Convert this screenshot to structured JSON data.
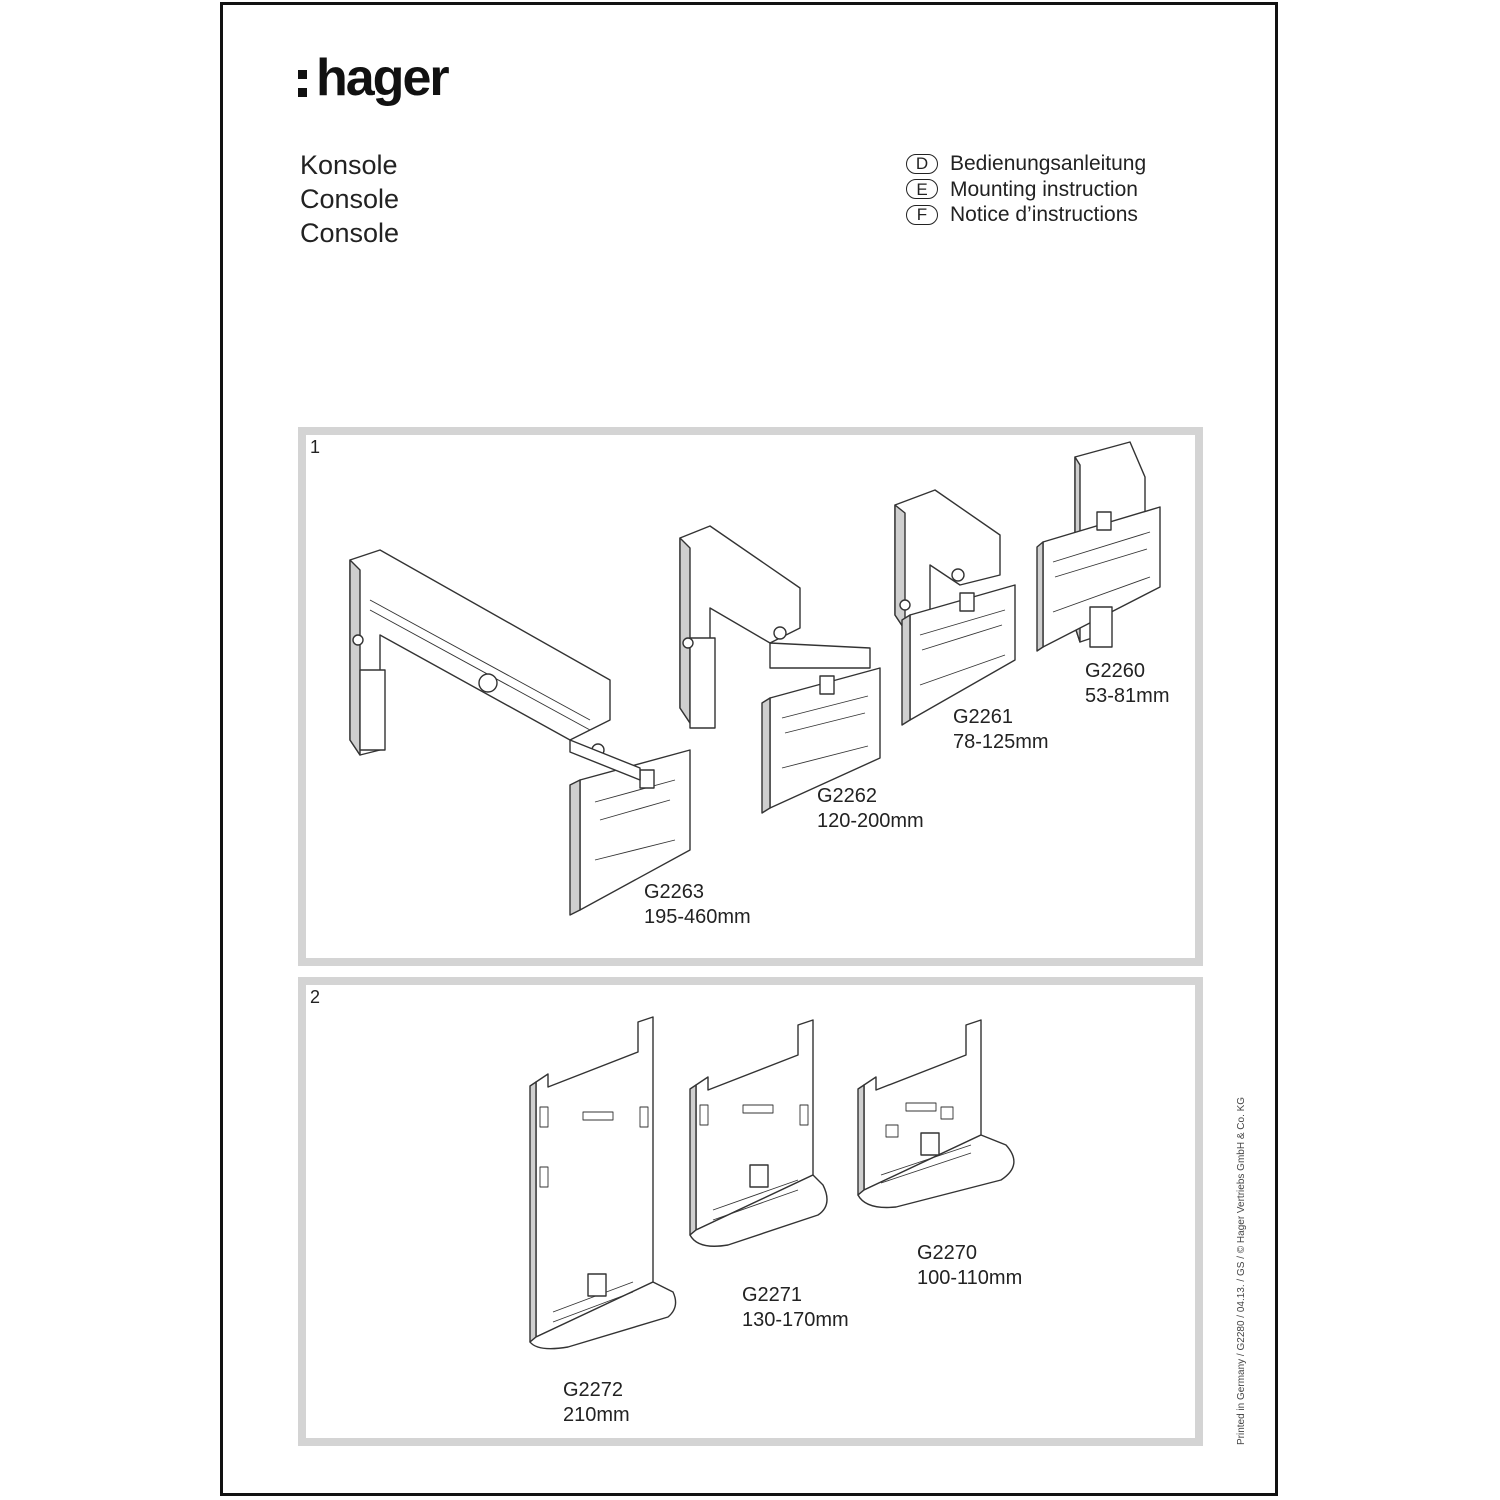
{
  "header": {
    "brand": "hager",
    "titles": [
      "Konsole",
      "Console",
      "Console"
    ],
    "instructions": [
      {
        "code": "D",
        "text": "Bedienungsanleitung"
      },
      {
        "code": "E",
        "text": "Mounting instruction"
      },
      {
        "code": "F",
        "text": "Notice d’instructions"
      }
    ]
  },
  "panel1": {
    "number": "1",
    "products": [
      {
        "code": "G2263",
        "range": "195-460mm"
      },
      {
        "code": "G2262",
        "range": "120-200mm"
      },
      {
        "code": "G2261",
        "range": "78-125mm"
      },
      {
        "code": "G2260",
        "range": "53-81mm"
      }
    ]
  },
  "panel2": {
    "number": "2",
    "products": [
      {
        "code": "G2272",
        "range": "210mm"
      },
      {
        "code": "G2271",
        "range": "130-170mm"
      },
      {
        "code": "G2270",
        "range": "100-110mm"
      }
    ]
  },
  "footer": {
    "imprint": "Printed in Germany / G2280 / 04.13. / GS / © Hager Vertriebs GmbH & Co. KG"
  }
}
